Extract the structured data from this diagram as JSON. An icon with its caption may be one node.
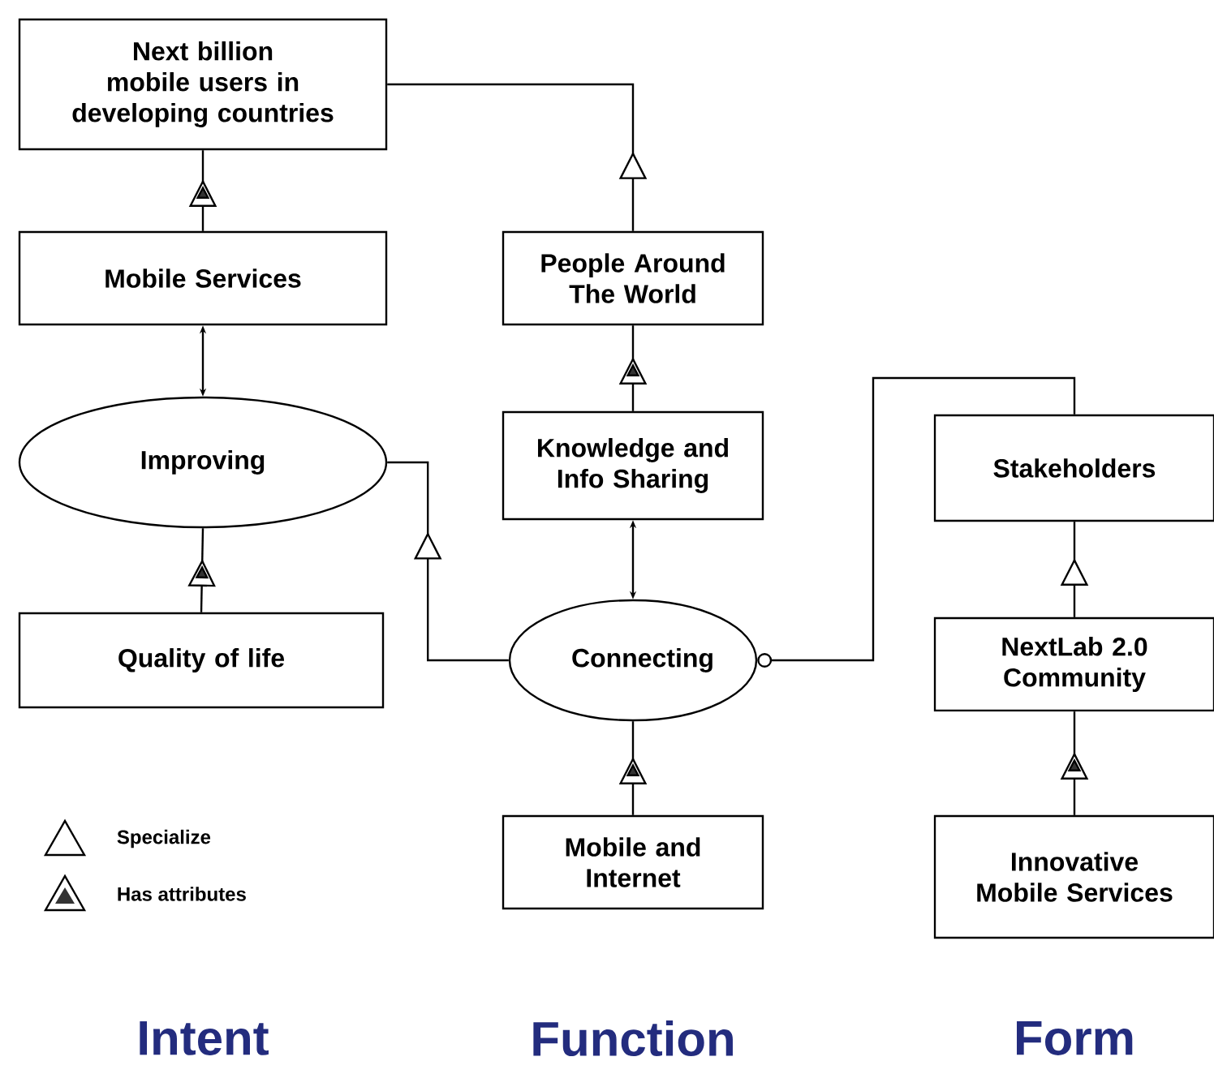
{
  "diagram": {
    "nodes": [
      {
        "text": [
          "Next billion mobile users in developing countries"
        ]
      },
      {
        "text": [
          "Mobile Services"
        ]
      },
      {
        "text": [
          "Improving"
        ]
      },
      {
        "text": [
          "Quality of life"
        ]
      },
      {
        "text": [
          "People Around The World"
        ]
      },
      {
        "text": [
          "Knowledge and Info Sharing"
        ]
      },
      {
        "text": [
          "Connecting"
        ]
      },
      {
        "text": [
          "Mobile and Internet"
        ]
      },
      {
        "text": [
          "Stakeholders"
        ]
      },
      {
        "text": [
          "NextLab 2.0 Community"
        ]
      },
      {
        "text": [
          "Innovative Mobile Services"
        ]
      }
    ],
    "edges": [
      {
        "from": 1,
        "to": 0,
        "arrow": "to"
      },
      {
        "from": 1,
        "to": 2,
        "arrow": "both"
      },
      {
        "from": 3,
        "to": 2,
        "arrow": "to"
      },
      {
        "from": 4,
        "to": 0,
        "arrow": "to"
      },
      {
        "from": 5,
        "to": 4,
        "arrow": "to"
      },
      {
        "from": 5,
        "to": 6,
        "arrow": "both"
      },
      {
        "from": 6,
        "to": 2,
        "arrow": "to"
      },
      {
        "from": 7,
        "to": 6,
        "arrow": "to"
      },
      {
        "from": 6,
        "to": 8,
        "arrow": "other"
      },
      {
        "from": 9,
        "to": 8,
        "arrow": "to"
      },
      {
        "from": 10,
        "to": 9,
        "arrow": "to"
      }
    ],
    "labels": [
      "Intent",
      "Function",
      "Form"
    ],
    "legend": [
      {
        "text": "Specialize"
      },
      {
        "text": "Has attributes"
      }
    ]
  }
}
